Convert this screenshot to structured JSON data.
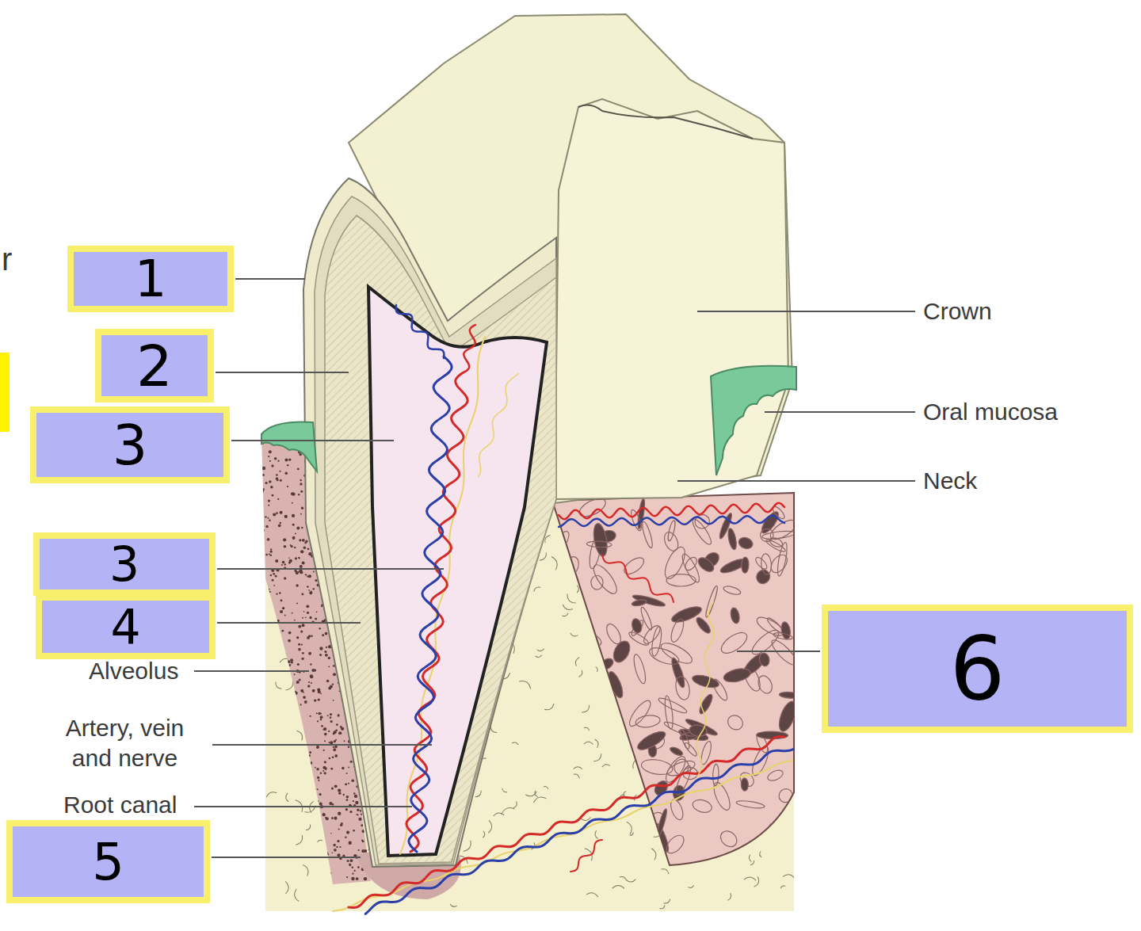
{
  "diagram": {
    "nodes": [
      {
        "text": [
          "1"
        ]
      },
      {
        "text": [
          "2"
        ]
      },
      {
        "text": [
          "3"
        ]
      },
      {
        "text": [
          "3"
        ]
      },
      {
        "text": [
          "4"
        ]
      },
      {
        "text": [
          "5"
        ]
      },
      {
        "text": [
          "6"
        ]
      }
    ],
    "labels": [
      "r",
      "Crown",
      "Oral mucosa",
      "Neck",
      "Alveolus",
      "Artery, vein and nerve",
      "Root canal"
    ]
  }
}
